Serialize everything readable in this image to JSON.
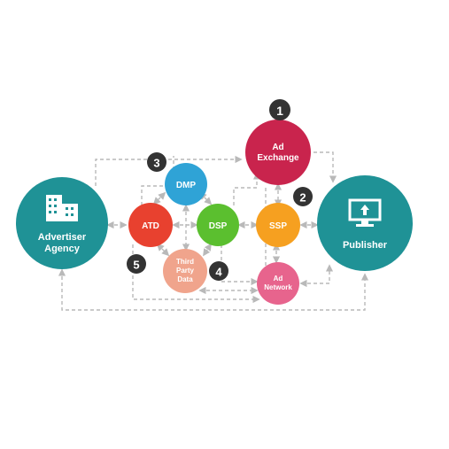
{
  "nodes": {
    "advertiser": {
      "label_lines": [
        "Advertiser",
        "Agency"
      ],
      "color": "#1f9296"
    },
    "publisher": {
      "label_lines": [
        "Publisher"
      ],
      "color": "#1f9296"
    },
    "ad_exchange": {
      "label_lines": [
        "Ad",
        "Exchange"
      ],
      "color": "#c9244d"
    },
    "dmp": {
      "label_lines": [
        "DMP"
      ],
      "color": "#2fa3d6"
    },
    "atd": {
      "label_lines": [
        "ATD"
      ],
      "color": "#e8412f"
    },
    "dsp": {
      "label_lines": [
        "DSP"
      ],
      "color": "#5bbf2f"
    },
    "ssp": {
      "label_lines": [
        "SSP"
      ],
      "color": "#f6a020"
    },
    "third_party": {
      "label_lines": [
        "Third",
        "Party",
        "Data"
      ],
      "color": "#f0a48c"
    },
    "ad_network": {
      "label_lines": [
        "Ad",
        "Network"
      ],
      "color": "#e7648d"
    }
  },
  "badges": [
    "1",
    "2",
    "3",
    "4",
    "5"
  ],
  "badge_color": "#333333",
  "icons": {
    "advertiser": "building-icon",
    "publisher": "monitor-upload-icon"
  },
  "connector_color": "#b9b9b9"
}
